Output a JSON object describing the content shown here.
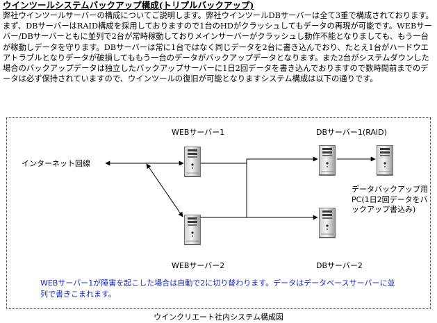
{
  "document": {
    "title": "ウインツールシステムバックアップ構成(トリプルバックアップ)",
    "paragraphs": [
      "弊社ウインツールサーバーの構成についてご説明します。弊社ウインツールDBサーバーは全て3重で構成されております。",
      "まず、DBサーバーはRAID構成を採用しておりますので1台のHDがクラッシュしてもデータの再現が可能です。WEBサーバー/DBサーバーともに並列で2台が常時稼動しておりメインサーバーがクラッシュし動作不能となりましても、もう一台が稼動しデータを守ります。DBサーバーは常に1台ではなく同じデータを2台に書き込んでおり、たとえ1台がハードウエアトラブルとなりデータが破損してももう一台のデータがバックアップデータとなります。また2台がシステムダウンした場合のバックアップデータは独立したバックアップサーバーに1日2回データを書き込んでおりますので数時間前までのデータは必ず保持されていますので、ウインツールの復旧が可能となりますシステム構成は以下の通りです。"
    ]
  },
  "diagram": {
    "internet_label": "インターネット回線",
    "web1_label": "WEBサーバー1",
    "web2_label": "WEBサーバー2",
    "db1_label": "DBサーバー1(RAID)",
    "db2_label": "DBサーバー2",
    "backup_label": "データバックアップ用PC(1日2回データをバックアップ書込み)",
    "note": "WEBサーバー1が障害を起こした場合は自動で2に切り替わります。データはデータベースサーバーに並列で書きこまれます。",
    "caption": "ウインクリエート社内システム構成図",
    "server_icon": "server-tower-icon",
    "colors": {
      "frame": "#1a237e",
      "note_text": "#1a2bb0",
      "line": "#000000"
    }
  }
}
